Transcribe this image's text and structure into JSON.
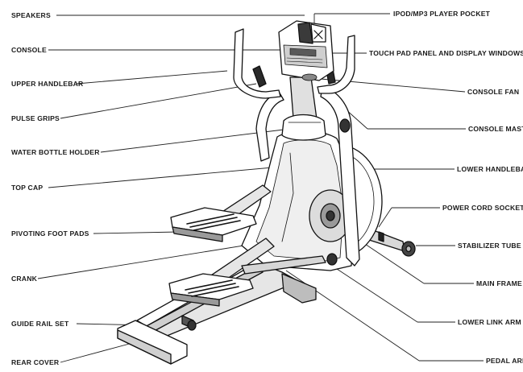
{
  "labels": {
    "speakers": "SPEAKERS",
    "console": "CONSOLE",
    "upper_handlebar": "UPPER HANDLEBAR",
    "pulse_grips": "PULSE GRIPS",
    "water_bottle_holder": "WATER BOTTLE HOLDER",
    "top_cap": "TOP CAP",
    "pivoting_foot_pads": "PIVOTING FOOT PADS",
    "crank": "CRANK",
    "guide_rail_set": "GUIDE RAIL SET",
    "rear_cover": "REAR COVER",
    "ipod_pocket": "IPOD/MP3 PLAYER POCKET",
    "touch_pad_panel": "TOUCH PAD PANEL AND DISPLAY WINDOWS",
    "console_fan": "CONSOLE FAN",
    "console_mast": "CONSOLE MAST",
    "lower_handlebar": "LOWER HANDLEBAR",
    "power_cord_socket": "POWER CORD SOCKET",
    "stabilizer_tube": "STABILIZER TUBE",
    "main_frame": "MAIN FRAME",
    "lower_link_arm": "LOWER LINK ARM",
    "pedal_arm": "PEDAL ARM"
  }
}
